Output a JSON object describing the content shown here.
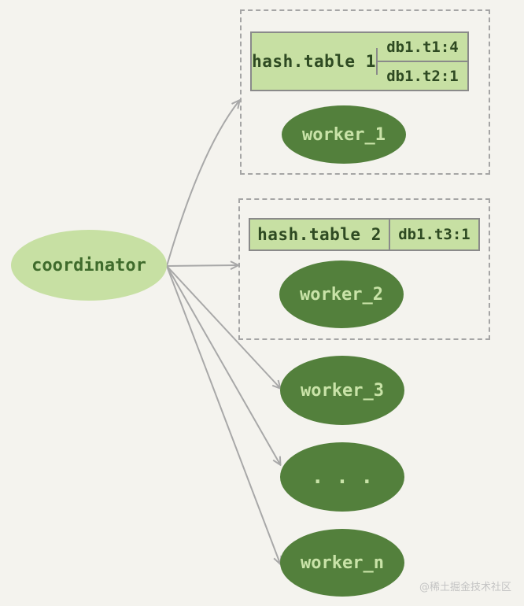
{
  "coordinator": {
    "label": "coordinator"
  },
  "groups": [
    {
      "hash_table": {
        "name": "hash.table 1",
        "entries": [
          "db1.t1:4",
          "db1.t2:1"
        ]
      },
      "worker": "worker_1"
    },
    {
      "hash_table": {
        "name": "hash.table 2",
        "entries": [
          "db1.t3:1"
        ]
      },
      "worker": "worker_2"
    }
  ],
  "standalone_workers": [
    "worker_3",
    ". . .",
    "worker_n"
  ],
  "watermark": "@稀土掘金技术社区",
  "colors": {
    "background": "#f4f3ee",
    "worker_fill": "#53803c",
    "worker_text": "#c9e3a8",
    "coordinator_fill": "#c7e0a3",
    "table_fill": "#c7e0a3",
    "arrow": "#a8a8a8",
    "dashed_border": "#a5a5a5"
  }
}
